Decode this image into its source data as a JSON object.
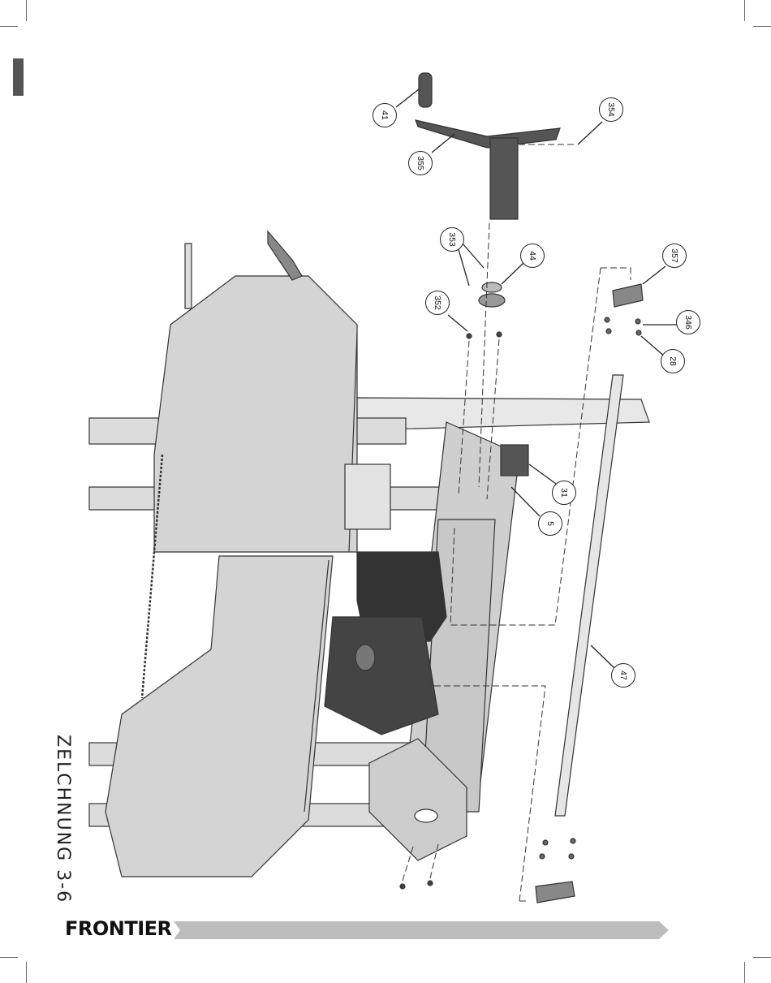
{
  "drawing_title": "ZELCHNUNG 3-6",
  "brand": {
    "logo_text": "FRONTIER"
  },
  "callouts": {
    "c41": "41",
    "c354": "354",
    "c355": "355",
    "c353": "353",
    "c44": "44",
    "c352": "352",
    "c357": "357",
    "c346": "346",
    "c28": "28",
    "c31": "31",
    "c5": "5",
    "c47": "47"
  },
  "colors": {
    "footer_bar": "#bdbdbd",
    "line": "#333333",
    "panel_fill": "#d4d4d4",
    "frame_fill": "#cfcfcf"
  }
}
